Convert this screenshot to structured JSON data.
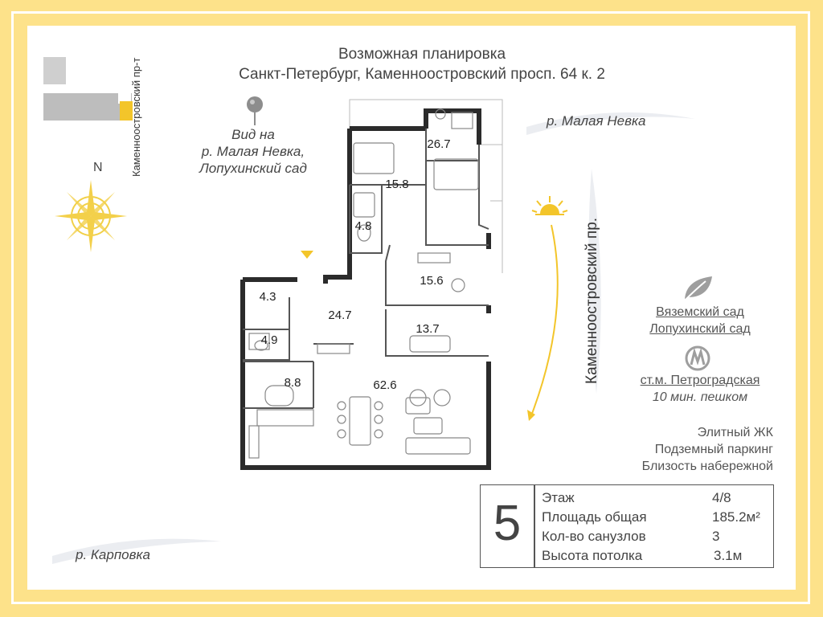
{
  "title": {
    "line1": "Возможная планировка",
    "line2": "Санкт-Петербург, Каменноостровский просп. 64 к. 2"
  },
  "streets": {
    "vertical_left": "Каменноостровский пр-т",
    "vertical_right": "Каменноостровский пр."
  },
  "compass": {
    "north": "N",
    "icon": "compass-rose-icon"
  },
  "view": {
    "icon": "location-pin-icon",
    "line1": "Вид на",
    "line2": "р. Малая Невка,",
    "line3": "Лопухинский сад"
  },
  "rivers": {
    "top": "р. Малая Невка",
    "bottom": "р. Карповка"
  },
  "parks": {
    "icon": "leaf-icon",
    "park1": "Вяземский сад",
    "park2": "Лопухинский сад"
  },
  "metro": {
    "icon": "metro-logo-icon",
    "station": "ст.м. Петроградская",
    "walk": "10 мин. пешком"
  },
  "features": [
    "Элитный ЖК",
    "Подземный паркинг",
    "Близость набережной"
  ],
  "rooms": {
    "r1": "26.7",
    "r2": "15.8",
    "r3": "4.8",
    "r4": "15.6",
    "r5": "13.7",
    "r6": "24.7",
    "r7": "4.3",
    "r8": "4.9",
    "r9": "8.8",
    "r10": "62.6"
  },
  "info": {
    "floor_number": "5",
    "rows": [
      {
        "label": "Этаж",
        "value": "4/8"
      },
      {
        "label": "Площадь общая",
        "value": "185.2м²"
      },
      {
        "label": "Кол-во санузлов",
        "value": "3"
      },
      {
        "label": "Высота потолка",
        "value": "3.1м"
      }
    ]
  },
  "colors": {
    "frame": "#fde28a",
    "accent": "#f3c52a",
    "walls": "#2b2b2b"
  }
}
